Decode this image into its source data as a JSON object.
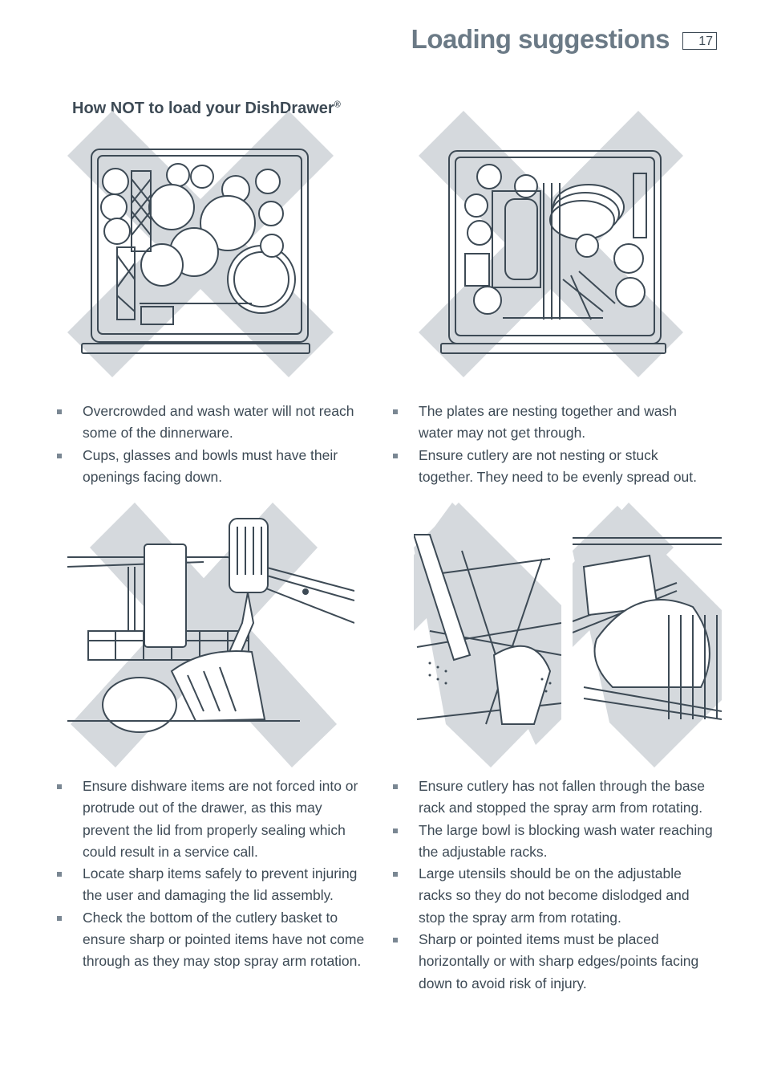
{
  "header": {
    "title": "Loading suggestions",
    "page_number": "17"
  },
  "section": {
    "heading": "How NOT to load your DishDrawer",
    "heading_mark": "®"
  },
  "bullets": {
    "top_left": [
      "Overcrowded and wash water will not reach some of the dinnerware.",
      "Cups, glasses and bowls must have their openings facing down."
    ],
    "top_right": [
      "The plates are nesting together and wash water may not get through.",
      "Ensure cutlery are not nesting or stuck together.  They need to be evenly spread out."
    ],
    "bottom_left": [
      "Ensure dishware items are not forced into or protrude out of the drawer, as this may prevent the lid from properly sealing which could result in a service call.",
      "Locate sharp items safely to prevent injuring the user and damaging the lid assembly.",
      "Check the bottom of the cutlery basket to ensure sharp or pointed items have not come through as they may stop spray arm rotation."
    ],
    "bottom_right": [
      "Ensure cutlery has not fallen through the base rack and stopped the spray arm from rotating.",
      "The large bowl is blocking wash water reaching the adjustable racks.",
      "Large utensils should be on the adjustable racks so they do not become dislodged and stop the spray arm from rotating.",
      "Sharp or pointed items must be placed horizontally or with sharp edges/points facing down to avoid risk of injury."
    ]
  },
  "colors": {
    "cross": "#d5d9dd",
    "line": "#3d4a55",
    "title": "#6b7a86"
  }
}
